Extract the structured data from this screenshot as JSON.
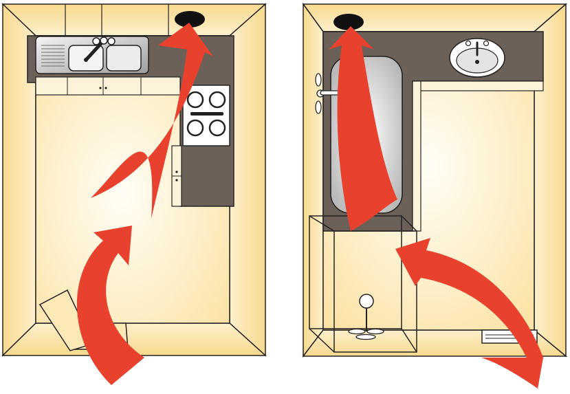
{
  "colors": {
    "background": "#ffffff",
    "wall": "#fbe6b0",
    "floor_light": "#fff8e6",
    "floor": "#fce9b8",
    "outline": "#222222",
    "counter": "#6b6158",
    "fan": "#111111",
    "arrow": "#e8412e",
    "fixture": "#ffffff"
  },
  "panels": [
    {
      "id": "kitchen",
      "fixtures": [
        "double-sink",
        "faucet",
        "stove",
        "exhaust-fan",
        "door",
        "cabinets"
      ]
    },
    {
      "id": "bathroom",
      "fixtures": [
        "bathtub",
        "tub-faucet",
        "wash-basin",
        "toilet",
        "exhaust-fan",
        "floor-vent"
      ]
    }
  ],
  "arrows": [
    {
      "panel": "kitchen",
      "role": "airflow-into-room"
    },
    {
      "panel": "kitchen",
      "role": "airflow-to-exhaust-fan"
    },
    {
      "panel": "bathroom",
      "role": "airflow-into-room"
    },
    {
      "panel": "bathroom",
      "role": "airflow-to-exhaust-fan"
    }
  ]
}
